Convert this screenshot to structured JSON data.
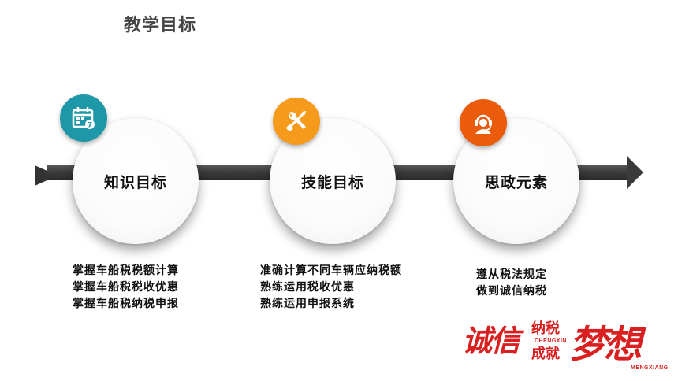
{
  "slide": {
    "title": "教学目标"
  },
  "goals": [
    {
      "label": "知识目标",
      "icon": "calendar-icon",
      "badge_color": "#1e98a8",
      "items": [
        "掌握车船税税额计算",
        "掌握车船税税收优惠",
        "掌握车船税纳税申报"
      ]
    },
    {
      "label": "技能目标",
      "icon": "wrench-screwdriver-icon",
      "badge_color": "#f59a1b",
      "items": [
        "准确计算不同车辆应纳税额",
        "熟练运用税收优惠",
        "熟练运用申报系统"
      ]
    },
    {
      "label": "思政元素",
      "icon": "headset-person-icon",
      "badge_color": "#ea5b0c",
      "items": [
        "遵从税法规定",
        "做到诚信纳税"
      ]
    }
  ],
  "logo": {
    "word1": "诚信",
    "word2": "纳税",
    "word3": "成就",
    "word4": "梦想",
    "pinyin1": "CHENGXIN",
    "pinyin2": "MENGXIANG",
    "color": "#d91f1f"
  },
  "colors": {
    "arrow": "#333333",
    "text": "#111111"
  }
}
